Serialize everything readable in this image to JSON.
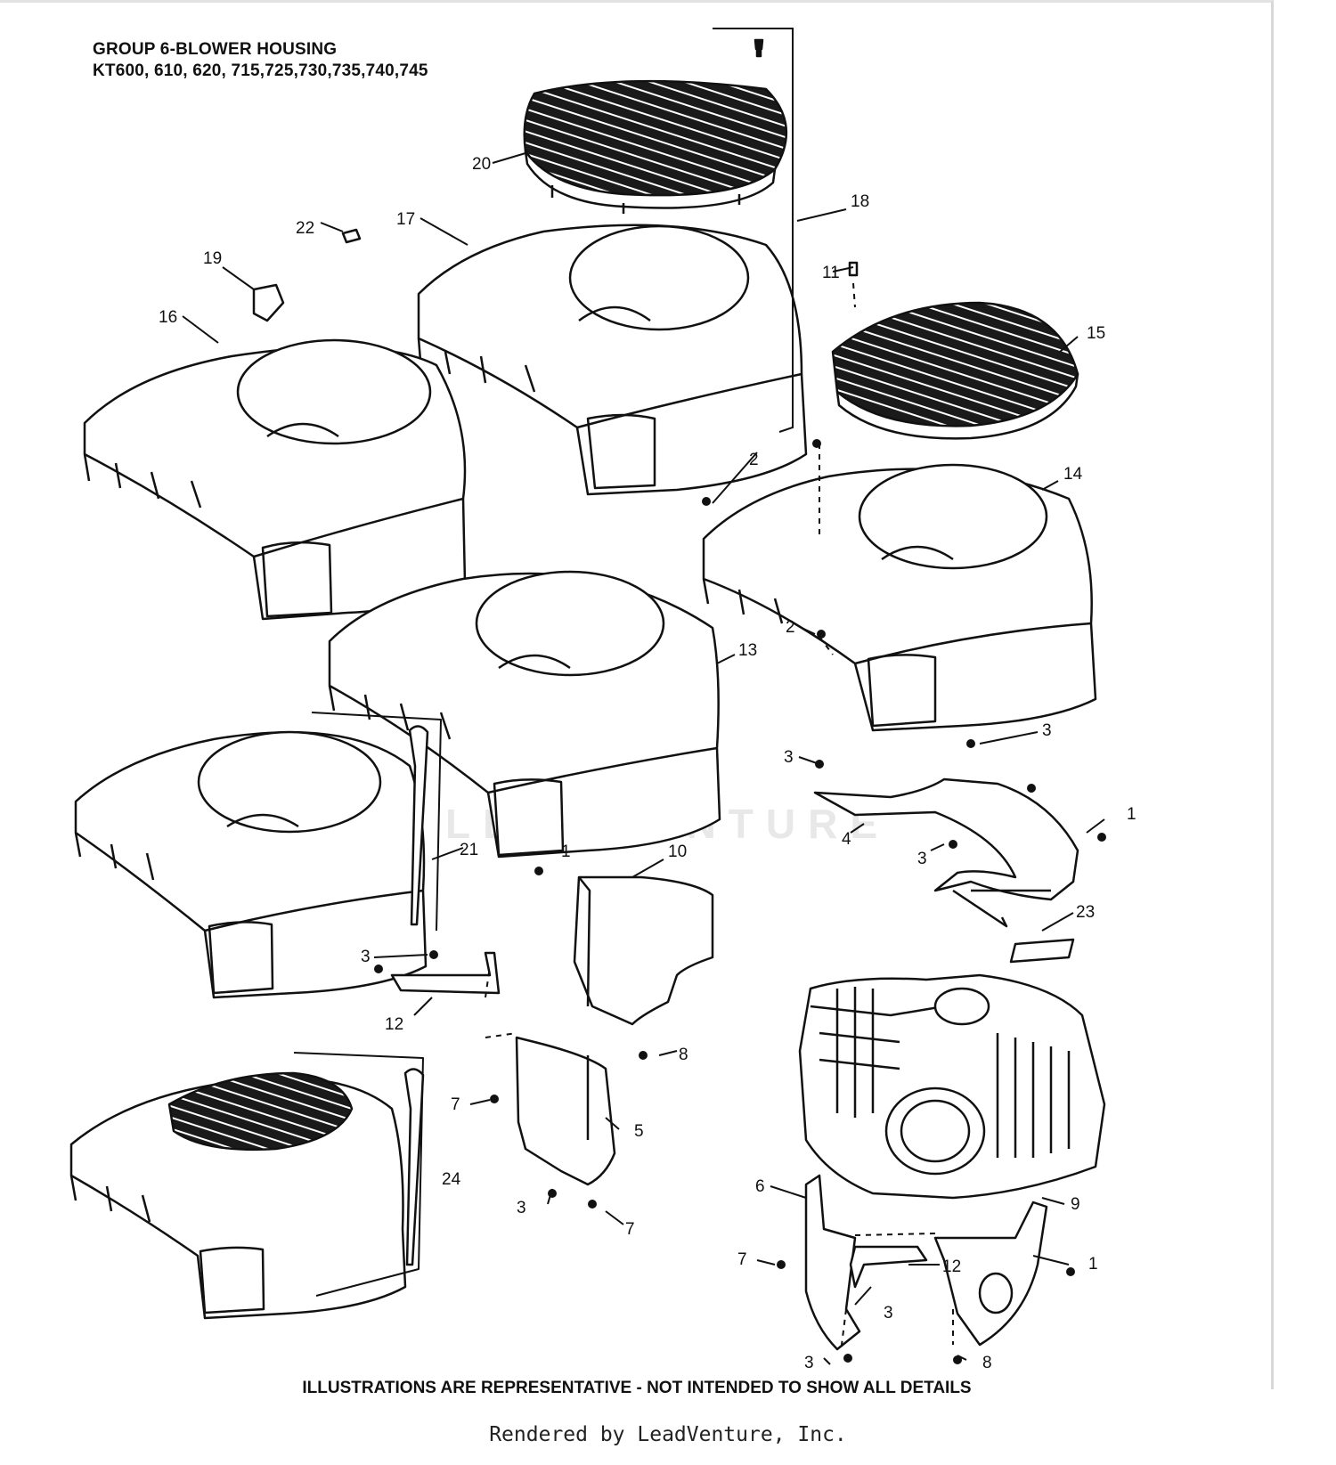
{
  "header": {
    "title": "GROUP 6-BLOWER HOUSING",
    "models": "KT600, 610, 620, 715,725,730,735,740,745"
  },
  "footer": {
    "disclaimer": "ILLUSTRATIONS ARE REPRESENTATIVE - NOT INTENDED TO SHOW ALL DETAILS",
    "credit": "Rendered by LeadVenture, Inc."
  },
  "watermark": {
    "text": "LEADVENTURE"
  },
  "callouts": {
    "c1a": "1",
    "c1b": "1",
    "c1c": "1",
    "c2a": "2",
    "c2b": "2",
    "c3a": "3",
    "c3b": "3",
    "c3c": "3",
    "c3d": "3",
    "c3e": "3",
    "c3f": "3",
    "c3g": "3",
    "c4": "4",
    "c5": "5",
    "c6": "6",
    "c7a": "7",
    "c7b": "7",
    "c7c": "7",
    "c8a": "8",
    "c8b": "8",
    "c9": "9",
    "c10": "10",
    "c11": "11",
    "c12a": "12",
    "c12b": "12",
    "c13": "13",
    "c14": "14",
    "c15": "15",
    "c16": "16",
    "c17": "17",
    "c18": "18",
    "c19": "19",
    "c20": "20",
    "c21": "21",
    "c22": "22",
    "c23": "23",
    "c24": "24"
  },
  "colors": {
    "line": "#111111",
    "fill": "#ffffff",
    "grille": "#1a1a1a",
    "frame": "#d8d8d8"
  }
}
